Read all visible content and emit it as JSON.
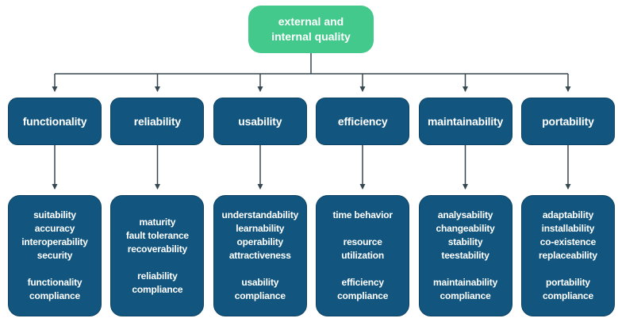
{
  "diagram": {
    "root": {
      "label": "external and internal quality"
    },
    "colors": {
      "root_bg": "#42c98b",
      "node_bg": "#12567f",
      "connector": "#37474f",
      "text": "#ffffff",
      "background": "#ffffff"
    },
    "columns": [
      {
        "label": "functionality",
        "details": [
          "suitability",
          "accuracy",
          "interoperability",
          "security",
          "",
          "functionality",
          "compliance"
        ]
      },
      {
        "label": "reliability",
        "details": [
          "maturity",
          "fault tolerance",
          "recoverability",
          "",
          "reliability",
          "compliance"
        ]
      },
      {
        "label": "usability",
        "details": [
          "understandability",
          "learnability",
          "operability",
          "attractiveness",
          "",
          "usability",
          "compliance"
        ]
      },
      {
        "label": "efficiency",
        "details": [
          "time behavior",
          "",
          "resource",
          "utilization",
          "",
          "efficiency",
          "compliance"
        ]
      },
      {
        "label": "maintainability",
        "details": [
          "analysability",
          "changeability",
          "stability",
          "teestability",
          "",
          "maintainability",
          "compliance"
        ]
      },
      {
        "label": "portability",
        "details": [
          "adaptability",
          "installability",
          "co-existence",
          "replaceability",
          "",
          "portability",
          "compliance"
        ]
      }
    ]
  }
}
